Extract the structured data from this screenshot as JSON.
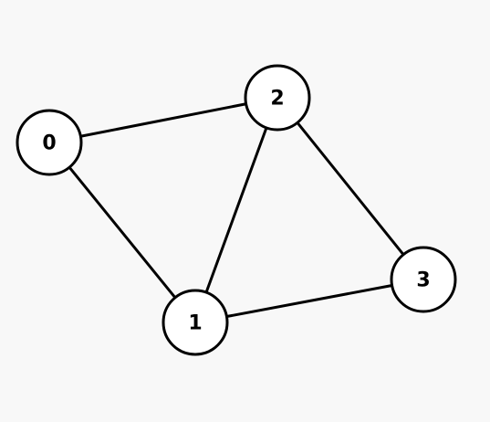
{
  "graph": {
    "nodes": [
      {
        "id": "0",
        "label": "0"
      },
      {
        "id": "1",
        "label": "1"
      },
      {
        "id": "2",
        "label": "2"
      },
      {
        "id": "3",
        "label": "3"
      }
    ],
    "edges": [
      {
        "from": "0",
        "to": "2"
      },
      {
        "from": "0",
        "to": "1"
      },
      {
        "from": "2",
        "to": "1"
      },
      {
        "from": "2",
        "to": "3"
      },
      {
        "from": "1",
        "to": "3"
      }
    ],
    "colors": {
      "background": "#f8f8f8",
      "node_fill": "#ffffff",
      "stroke": "#000000",
      "label": "#000000"
    }
  }
}
